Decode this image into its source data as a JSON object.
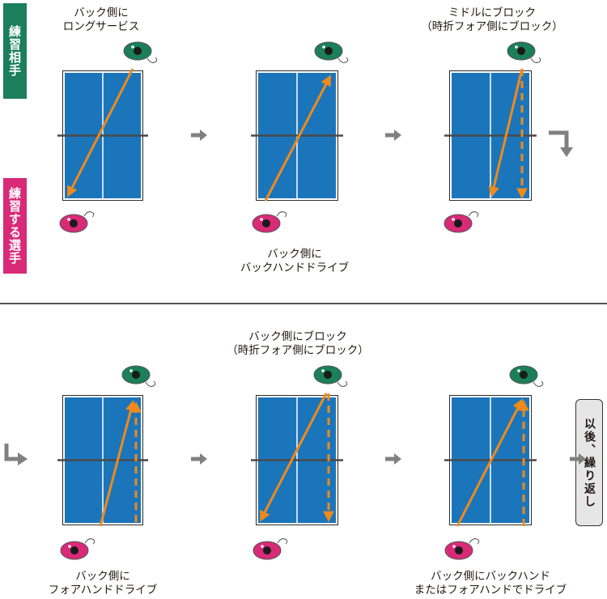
{
  "labels": {
    "partner": "練習相手",
    "player": "練習する選手",
    "repeat": "以後、繰り返し"
  },
  "captions": {
    "s1_top": [
      "バック側に",
      "ロングサービス"
    ],
    "s2_bottom": [
      "バック側に",
      "バックハンドドライブ"
    ],
    "s3_top": [
      "ミドルにブロック",
      "（時折フォア側にブロック）"
    ],
    "s4_bottom": [
      "バック側に",
      "フォアハンドドライブ"
    ],
    "s5_top": [
      "バック側にブロック",
      "（時折フォア側にブロック）"
    ],
    "s6_bottom": [
      "バック側にバックハンド",
      "またはフォアハンドでドライブ"
    ]
  },
  "colors": {
    "partner": "#1a7f5a",
    "player": "#d92a78",
    "table": "#1b75bb",
    "arrow": "#ef8a1c",
    "flow_arrow": "#808080",
    "net": "#4a4a4a"
  }
}
